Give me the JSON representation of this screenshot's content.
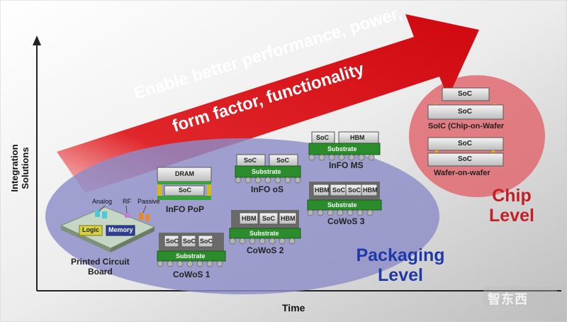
{
  "axes": {
    "y_label": "Integration Solutions",
    "x_label": "Time"
  },
  "arrow": {
    "line1": "Enable better performance, power,",
    "line2": "form factor, functionality",
    "color": "#d8151a"
  },
  "regions": {
    "packaging": {
      "label_line1": "Packaging",
      "label_line2": "Level",
      "color": "#8c8cc8"
    },
    "chip": {
      "label_line1": "Chip",
      "label_line2": "Level",
      "color": "#e26a72"
    }
  },
  "pcb": {
    "name_line1": "Printed Circuit",
    "name_line2": "Board",
    "analog": "Analog",
    "rf": "RF",
    "passive": "Passive",
    "logic": "Logic",
    "memory": "Memory"
  },
  "blocks": {
    "soc": "SoC",
    "hbm": "HBM",
    "dram": "DRAM",
    "substrate": "Substrate",
    "info_pop": "InFO PoP",
    "info_os": "InFO oS",
    "info_ms": "InFO MS",
    "cowos_1": "CoWoS 1",
    "cowos_2": "CoWoS 2",
    "cowos_3": "CoWoS 3",
    "soic": "SoIC (Chip-on-Wafer",
    "wafer_on_wafer": "Wafer-on-wafer"
  },
  "watermark": "智东西"
}
